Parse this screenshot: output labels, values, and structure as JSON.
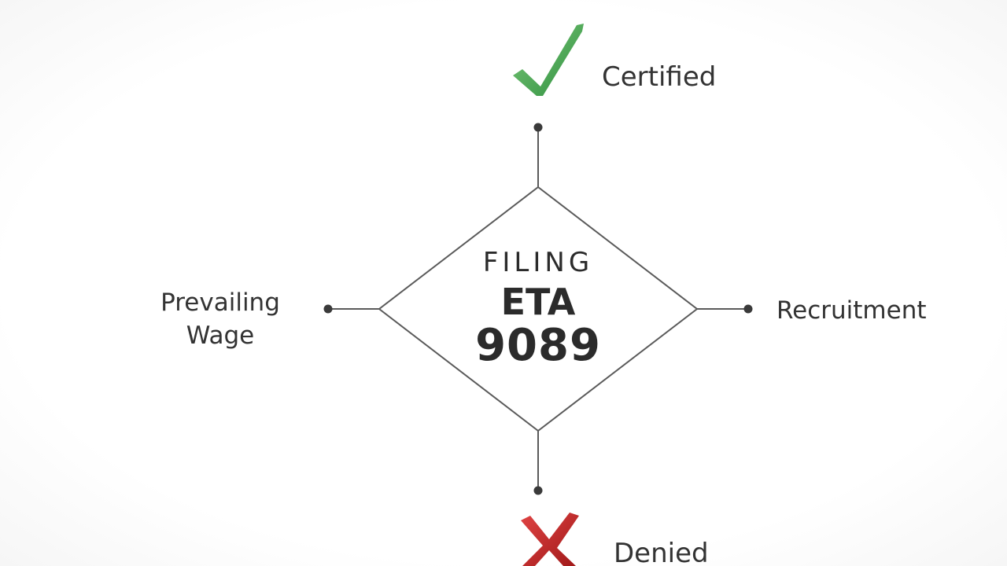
{
  "diagram": {
    "center": {
      "line1": "FILING",
      "line2": "ETA",
      "line3": "9089"
    },
    "nodes": {
      "top": {
        "label": "Certified",
        "icon": "check-icon",
        "icon_color": "#4caf50"
      },
      "bottom": {
        "label": "Denied",
        "icon": "x-icon",
        "icon_color": "#c62828"
      },
      "left": {
        "label": "Prevailing Wage"
      },
      "right": {
        "label": "Recruitment"
      }
    },
    "colors": {
      "line": "#555555",
      "dot": "#3a3a3a",
      "text": "#2b2b2b"
    }
  }
}
